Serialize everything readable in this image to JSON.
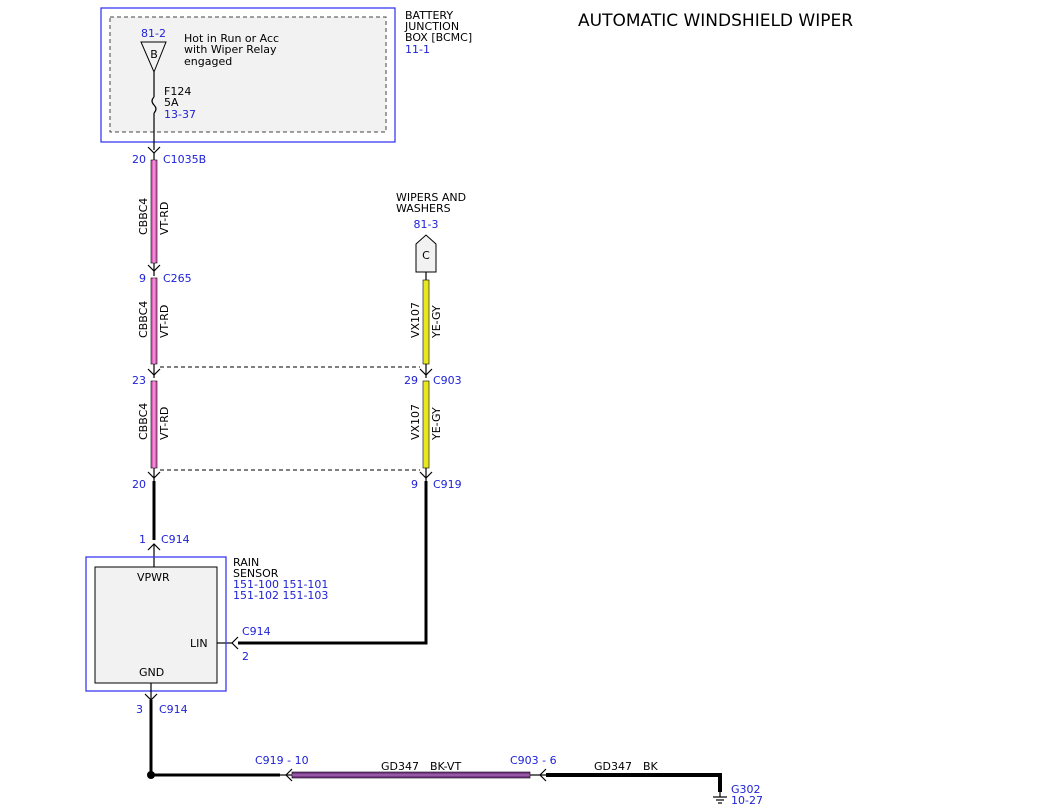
{
  "title": "AUTOMATIC WINDSHIELD WIPER",
  "bjb": {
    "name_lines": [
      "BATTERY",
      "JUNCTION",
      "BOX [BCMC]"
    ],
    "ref": "11-1",
    "power_ref": "81-2",
    "power_symbol": "B",
    "power_desc_lines": [
      "Hot in Run or Acc",
      "with Wiper Relay",
      "engaged"
    ],
    "fuse_id": "F124",
    "fuse_rating": "5A",
    "fuse_ref": "13-37"
  },
  "wipers": {
    "name_lines": [
      "WIPERS AND",
      "WASHERS"
    ],
    "ref": "81-3",
    "symbol": "C"
  },
  "left_column": {
    "c1035b_pin": "20",
    "c1035b": "C1035B",
    "c265_pin": "9",
    "c265": "C265",
    "c903_pin": "23",
    "c919_pin": "20",
    "c914_pin": "1",
    "c914": "C914",
    "wires": [
      {
        "circuit": "CBBC4",
        "color": "VT-RD"
      },
      {
        "circuit": "CBBC4",
        "color": "VT-RD"
      },
      {
        "circuit": "CBBC4",
        "color": "VT-RD"
      }
    ]
  },
  "right_column": {
    "c903_pin": "29",
    "c903": "C903",
    "c919_pin": "9",
    "c919": "C919",
    "wires": [
      {
        "circuit": "VX107",
        "color": "YE-GY"
      },
      {
        "circuit": "VX107",
        "color": "YE-GY"
      }
    ]
  },
  "rain_sensor": {
    "name_lines": [
      "RAIN",
      "SENSOR"
    ],
    "refs_line1": "151-100  151-101",
    "refs_line2": "151-102  151-103",
    "pin_vpwr": "VPWR",
    "pin_lin": "LIN",
    "pin_gnd": "GND",
    "lin_connector": "C914",
    "lin_pin": "2",
    "gnd_pin": "3",
    "gnd_connector": "C914"
  },
  "ground": {
    "c919_label": "C919 - 10",
    "c903_label": "C903 - 6",
    "wire1_circuit": "GD347",
    "wire1_color": "BK-VT",
    "wire2_circuit": "GD347",
    "wire2_color": "BK",
    "ground_id": "G302",
    "ground_ref": "10-27"
  },
  "colors": {
    "connector_ref": "#1f22d6",
    "box_border": "#3a3af0",
    "vt_rd_wire": "#e060c0",
    "ye_gy_wire": "#e8e820",
    "bk_vt_wire": "#7a3a8a"
  }
}
